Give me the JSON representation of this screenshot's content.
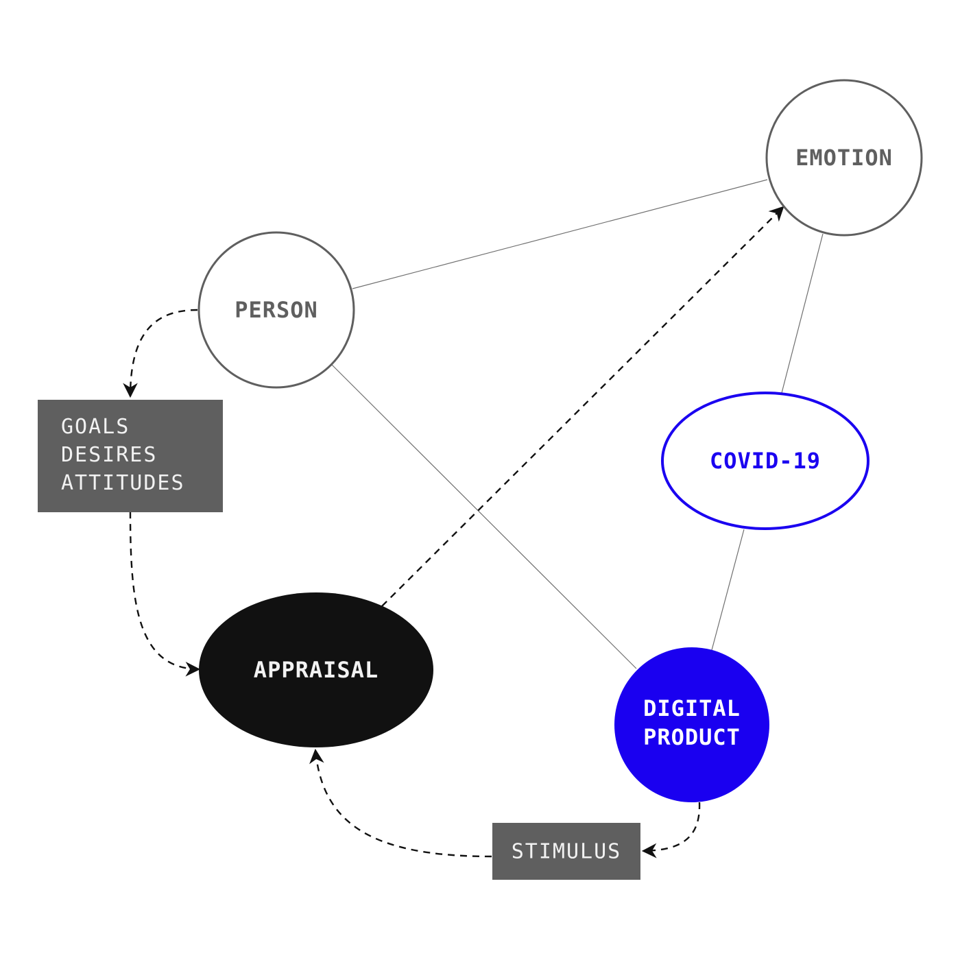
{
  "colors": {
    "background": "#ffffff",
    "outline_gray": "#5f5f5f",
    "label_gray": "#5f5f5f",
    "box_fill": "#5f5f5f",
    "box_text": "#f2f2f2",
    "blue": "#1a00f0",
    "appraisal_fill": "#111111",
    "appraisal_text": "#f2f2f2",
    "arrow": "#111111",
    "connector": "#6f6f6f"
  },
  "nodes": {
    "emotion": {
      "label": "EMOTION",
      "shape": "circle"
    },
    "person": {
      "label": "PERSON",
      "shape": "circle"
    },
    "covid": {
      "label": "COVID-19",
      "shape": "ellipse"
    },
    "appraisal": {
      "label": "APPRAISAL",
      "shape": "ellipse"
    },
    "digital_product": {
      "line1": "DIGITAL",
      "line2": "PRODUCT",
      "shape": "circle"
    }
  },
  "boxes": {
    "goals": {
      "line1": "GOALS",
      "line2": "DESIRES",
      "line3": "ATTITUDES"
    },
    "stimulus": {
      "label": "STIMULUS"
    }
  },
  "edges": {
    "solid": [
      {
        "from": "person",
        "to": "emotion"
      },
      {
        "from": "emotion",
        "to": "covid"
      },
      {
        "from": "covid",
        "to": "digital_product"
      },
      {
        "from": "person",
        "to": "digital_product"
      }
    ],
    "dashed_arrows": [
      {
        "from": "person",
        "to": "goals"
      },
      {
        "from": "goals",
        "to": "appraisal"
      },
      {
        "from": "appraisal",
        "to": "emotion"
      },
      {
        "from": "digital_product",
        "to": "stimulus"
      },
      {
        "from": "stimulus",
        "to": "appraisal"
      }
    ]
  }
}
